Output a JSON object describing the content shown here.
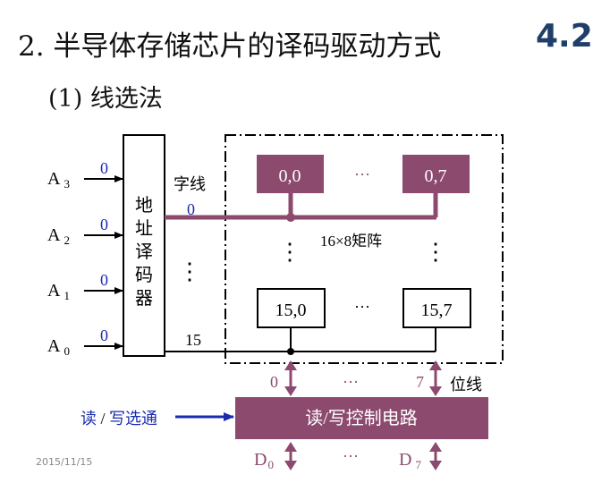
{
  "title": "2. 半导体存储芯片的译码驱动方式",
  "section_number": "4.2",
  "subtitle": "(1) 线选法",
  "date": "2015/11/15",
  "address_inputs": [
    {
      "name": "A",
      "sub": "3",
      "value": "0"
    },
    {
      "name": "A",
      "sub": "2",
      "value": "0"
    },
    {
      "name": "A",
      "sub": "1",
      "value": "0"
    },
    {
      "name": "A",
      "sub": "0",
      "value": "0"
    }
  ],
  "decoder_label": [
    "地",
    "址",
    "译",
    "码",
    "器"
  ],
  "word_line_label": "字线",
  "word_line_first": "0",
  "word_line_last": "15",
  "vertical_dots": "⋮",
  "horizontal_dots": "···",
  "cells": {
    "top_left": "0,0",
    "top_right": "0,7",
    "bottom_left": "15,0",
    "bottom_right": "15,7"
  },
  "matrix_label": "16×8矩阵",
  "bit_line_first": "0",
  "bit_line_last": "7",
  "bit_line_label": "位线",
  "rw_control_label": "读/写控制电路",
  "rw_select": {
    "read": "读",
    "slash": " / ",
    "write_select": "写选通"
  },
  "data_outputs": [
    {
      "name": "D",
      "sub": "0"
    },
    {
      "name": "D",
      "sub": "7"
    }
  ],
  "colors": {
    "highlight": "#8c4a6e",
    "blue": "#1a2bb0",
    "black": "#000000",
    "section_blue": "#1f3f68"
  }
}
